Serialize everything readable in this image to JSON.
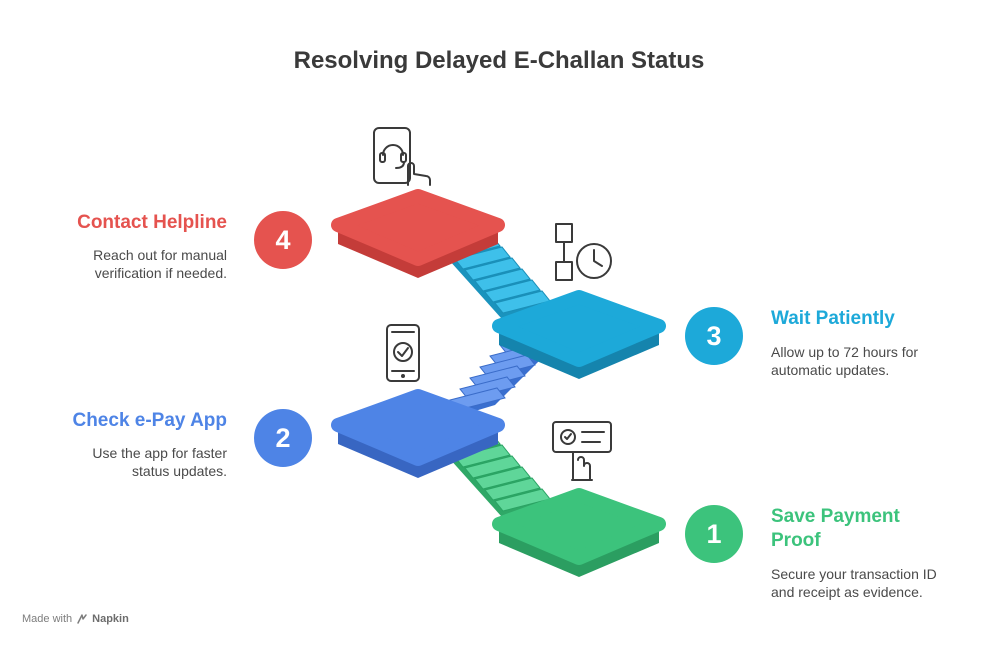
{
  "title": "Resolving Delayed E-Challan Status",
  "colors": {
    "step1": "#3cc37c",
    "step2": "#4e84e6",
    "step3": "#1da9d9",
    "step4": "#e5534f",
    "title": "#3a3a3a",
    "text": "#4a4a4a"
  },
  "steps": [
    {
      "number": "1",
      "title_line1": "Save Payment",
      "title_line2": "Proof",
      "desc_line1": "Secure your transaction ID",
      "desc_line2": "and receipt as evidence.",
      "icon": "receipt-checklist-icon"
    },
    {
      "number": "2",
      "title_line1": "Check e-Pay App",
      "desc_line1": "Use the app for faster",
      "desc_line2": "status updates.",
      "icon": "smartphone-check-icon"
    },
    {
      "number": "3",
      "title_line1": "Wait Patiently",
      "desc_line1": "Allow up to 72 hours for",
      "desc_line2": "automatic updates.",
      "icon": "clock-timeline-icon"
    },
    {
      "number": "4",
      "title_line1": "Contact Helpline",
      "desc_line1": "Reach out for manual",
      "desc_line2": "verification if needed.",
      "icon": "headset-phone-icon"
    }
  ],
  "footer": {
    "prefix": "Made with",
    "brand": "Napkin"
  }
}
